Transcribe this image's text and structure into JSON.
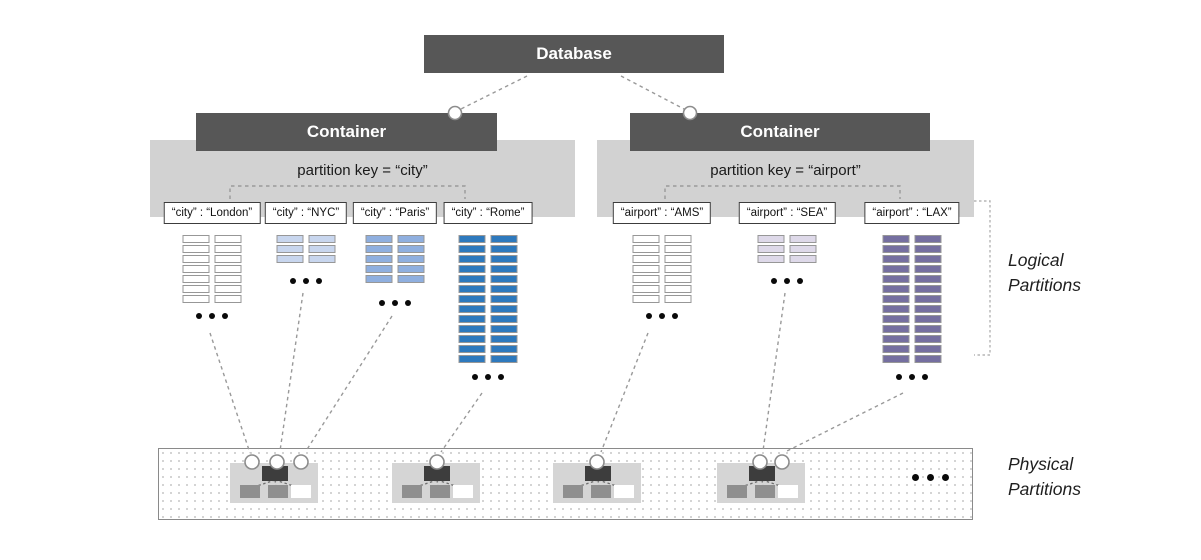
{
  "database": {
    "label": "Database"
  },
  "containers": [
    {
      "label": "Container",
      "partition_key": "partition key = “city”",
      "logical_partitions": [
        {
          "label": "“city” : “London”",
          "rows": 7,
          "cols": 2,
          "color": "#ffffff"
        },
        {
          "label": "“city” : “NYC”",
          "rows": 3,
          "cols": 2,
          "color": "#c8d6ee"
        },
        {
          "label": "“city” : “Paris”",
          "rows": 5,
          "cols": 2,
          "color": "#8fafdf"
        },
        {
          "label": "“city” : “Rome”",
          "rows": 13,
          "cols": 2,
          "color": "#2e79bd"
        }
      ]
    },
    {
      "label": "Container",
      "partition_key": "partition key = “airport”",
      "logical_partitions": [
        {
          "label": "“airport” : “AMS”",
          "rows": 7,
          "cols": 2,
          "color": "#ffffff"
        },
        {
          "label": "“airport” : “SEA”",
          "rows": 3,
          "cols": 2,
          "color": "#ded9e9"
        },
        {
          "label": "“airport” : “LAX”",
          "rows": 13,
          "cols": 2,
          "color": "#756fa0"
        }
      ]
    }
  ],
  "physical": {
    "machines_count": 4,
    "machine_icon": "server-node-tree",
    "ellipsis_icon": "dots-horizontal"
  },
  "ellipsis_icon": "dots-horizontal",
  "annotations": {
    "logical": "Logical Partitions",
    "physical": "Physical Partitions"
  },
  "colors": {
    "box_dark": "#575757",
    "panel_gray": "#d2d2d2",
    "machine_gray": "#d5d5d5",
    "node_dark": "#3d3d3d",
    "node_gray": "#8f8f8f",
    "node_white": "#ffffff",
    "wire_gray": "#999999"
  }
}
